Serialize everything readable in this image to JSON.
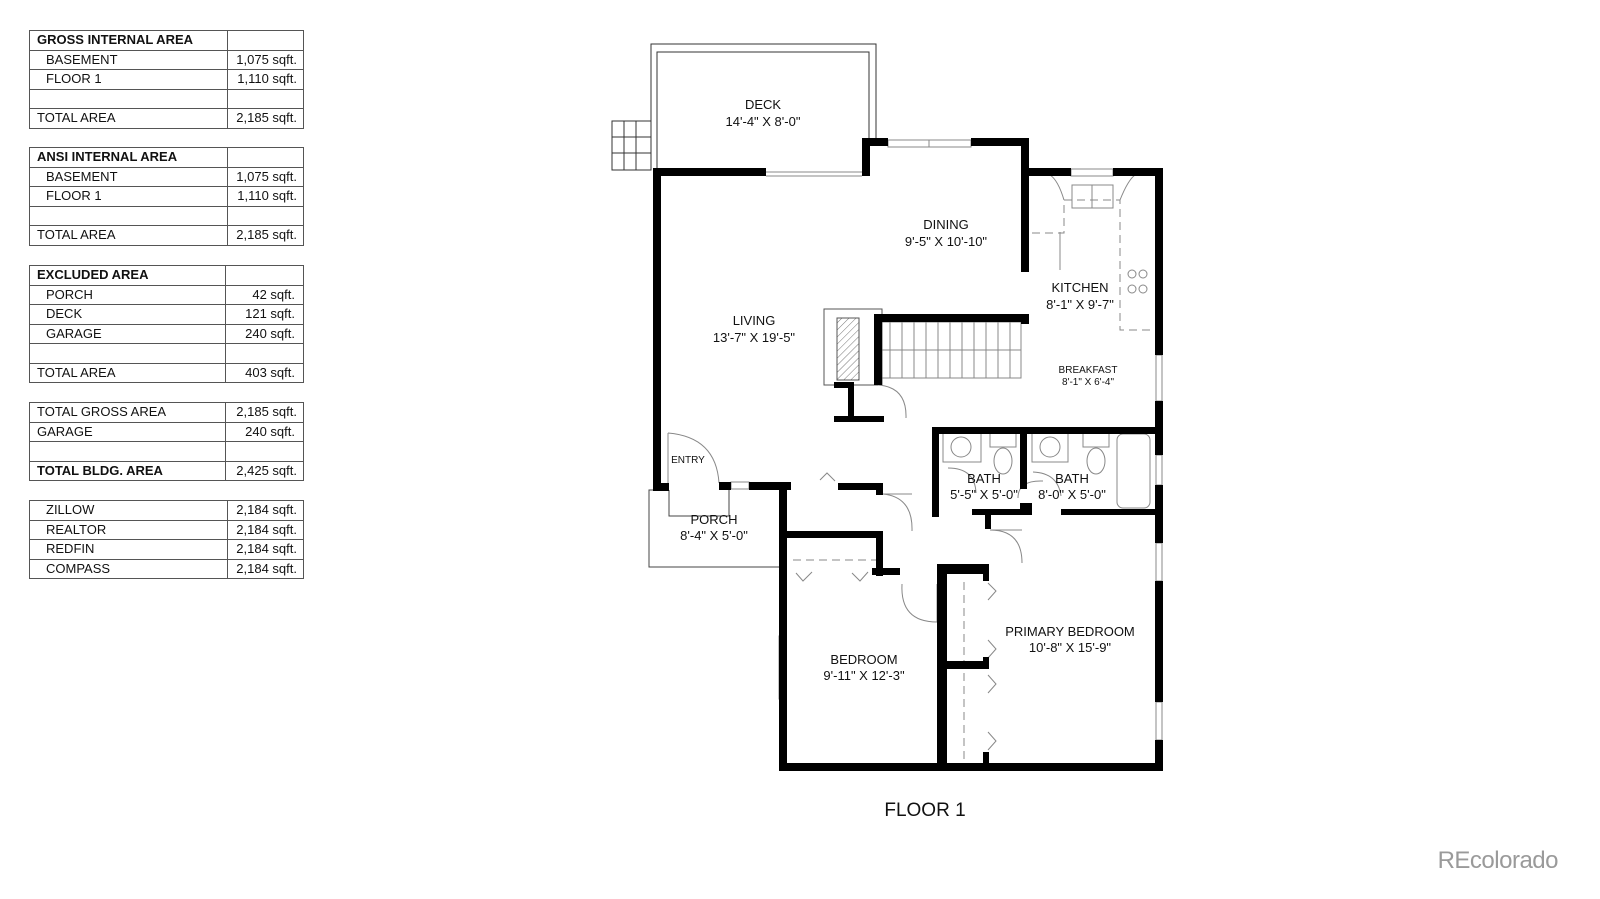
{
  "tables": {
    "gross": {
      "header": "GROSS INTERNAL AREA",
      "rows": [
        {
          "label": "BASEMENT",
          "value": "1,075 sqft."
        },
        {
          "label": "FLOOR 1",
          "value": "1,110 sqft."
        },
        {
          "label": "",
          "value": ""
        }
      ],
      "total": {
        "label": "TOTAL AREA",
        "value": "2,185 sqft."
      }
    },
    "ansi": {
      "header": "ANSI INTERNAL AREA",
      "rows": [
        {
          "label": "BASEMENT",
          "value": "1,075 sqft."
        },
        {
          "label": "FLOOR 1",
          "value": "1,110 sqft."
        },
        {
          "label": "",
          "value": ""
        }
      ],
      "total": {
        "label": "TOTAL AREA",
        "value": "2,185 sqft."
      }
    },
    "excluded": {
      "header": "EXCLUDED AREA",
      "rows": [
        {
          "label": "PORCH",
          "value": "42 sqft."
        },
        {
          "label": "DECK",
          "value": "121 sqft."
        },
        {
          "label": "GARAGE",
          "value": "240 sqft."
        },
        {
          "label": "",
          "value": ""
        }
      ],
      "total": {
        "label": "TOTAL AREA",
        "value": "403 sqft."
      }
    },
    "summary": {
      "rows": [
        {
          "label": "TOTAL GROSS AREA",
          "value": "2,185 sqft."
        },
        {
          "label": "GARAGE",
          "value": "240 sqft."
        },
        {
          "label": "",
          "value": ""
        }
      ],
      "total": {
        "label": "TOTAL BLDG. AREA",
        "value": "2,425 sqft."
      }
    },
    "listings": {
      "rows": [
        {
          "label": "ZILLOW",
          "value": "2,184 sqft."
        },
        {
          "label": "REALTOR",
          "value": "2,184 sqft."
        },
        {
          "label": "REDFIN",
          "value": "2,184 sqft."
        },
        {
          "label": "COMPASS",
          "value": "2,184 sqft."
        }
      ]
    }
  },
  "floorplan": {
    "title": "FLOOR 1",
    "rooms": {
      "deck": {
        "name": "DECK",
        "dims": "14'-4\" X 8'-0\""
      },
      "dining": {
        "name": "DINING",
        "dims": "9'-5\" X 10'-10\""
      },
      "kitchen": {
        "name": "KITCHEN",
        "dims": "8'-1\" X 9'-7\""
      },
      "living": {
        "name": "LIVING",
        "dims": "13'-7\" X 19'-5\""
      },
      "breakfast": {
        "name": "BREAKFAST",
        "dims": "8'-1\" X 6'-4\""
      },
      "entry": {
        "name": "ENTRY"
      },
      "bath1": {
        "name": "BATH",
        "dims": "5'-5\" X 5'-0\""
      },
      "bath2": {
        "name": "BATH",
        "dims": "8'-0\" X 5'-0\""
      },
      "porch": {
        "name": "PORCH",
        "dims": "8'-4\" X 5'-0\""
      },
      "bedroom": {
        "name": "BEDROOM",
        "dims": "9'-11\" X 12'-3\""
      },
      "primary_bedroom": {
        "name": "PRIMARY BEDROOM",
        "dims": "10'-8\" X 15'-9\""
      }
    },
    "colors": {
      "wall": "#000000",
      "fixture": "#888888",
      "text": "#111111"
    }
  },
  "branding": {
    "watermark": "REcolorado",
    "color": "#9a9a9a"
  }
}
